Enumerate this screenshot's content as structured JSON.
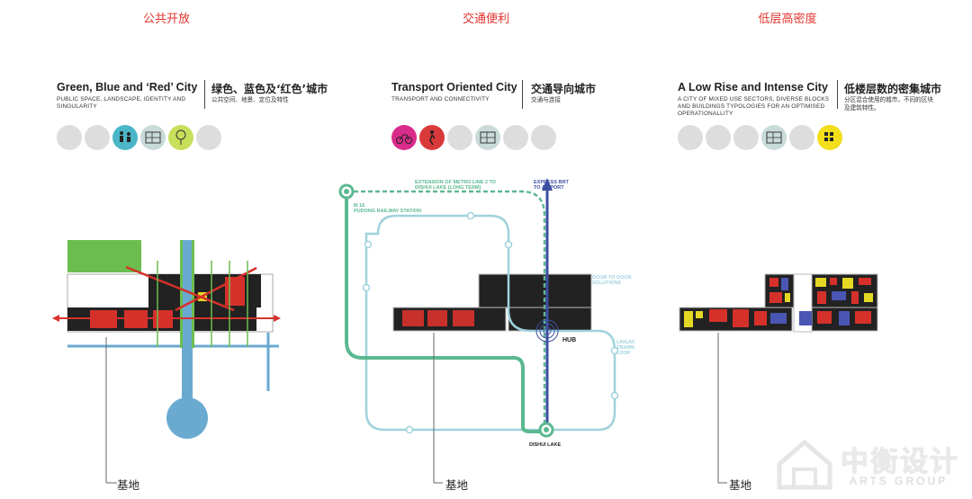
{
  "panels": [
    {
      "section": "公共开放",
      "en_title": "Green, Blue and ‘Red’ City",
      "en_sub": "PUBLIC SPACE, LANDSCAPE, IDENTITY AND SINGULARITY",
      "cn_title": "绿色、蓝色及‘红色’城市",
      "cn_sub": "公共空间、地景、定位及特性",
      "site_label": "基地",
      "icons": [
        "blank",
        "blank",
        "people-icon",
        "map-icon",
        "tree-icon",
        "blank"
      ],
      "icon_colors": [
        "#dddddd",
        "#dddddd",
        "#4ab6c8",
        "#c9dbd8",
        "#c7df5a",
        "#dddddd"
      ]
    },
    {
      "section": "交通便利",
      "en_title": "Transport Oriented City",
      "en_sub": "TRANSPORT AND CONNECTIVITY",
      "cn_title": "交通导向城市",
      "cn_sub": "交通与连接",
      "site_label": "基地",
      "icons": [
        "bike-icon",
        "walk-icon",
        "blank",
        "map-icon",
        "blank",
        "blank"
      ],
      "icon_colors": [
        "#d92c8a",
        "#d9393a",
        "#dddddd",
        "#c9dbd8",
        "#dddddd",
        "#dddddd"
      ],
      "labels": {
        "metro": "EXTENSION OF METRO LINE 2 TO DISHUI LAKE (LONG TERM)",
        "brt": "EXPRESS BRT TO AIRPORT",
        "m16": "M 16 PUDONG RAILWAY STATION",
        "door": "DOOR TO DOOR SOLUTIONS",
        "hub": "HUB",
        "lingang": "LINGANG TRAMWAY LOOP",
        "dishui": "DISHUI LAKE"
      }
    },
    {
      "section": "低层高密度",
      "en_title": "A Low Rise and Intense City",
      "en_sub": "A CITY OF MIXED USE SECTORS, DIVERSE BLOCKS AND BUILDINGS TYPOLOGIES FOR AN OPTIMISED OPERATIONALLITY",
      "cn_title": "低楼层数的密集城市",
      "cn_sub": "分区混合使用的城市，不同的区块及建筑特性。",
      "site_label": "基地",
      "icons": [
        "blank",
        "blank",
        "blank",
        "map-icon",
        "blank",
        "grid-icon"
      ],
      "icon_colors": [
        "#dddddd",
        "#dddddd",
        "#dddddd",
        "#c9dbd8",
        "#dddddd",
        "#f2de1a"
      ]
    }
  ],
  "logo": {
    "cn": "中衡设计",
    "en": "ARTS GROUP"
  }
}
